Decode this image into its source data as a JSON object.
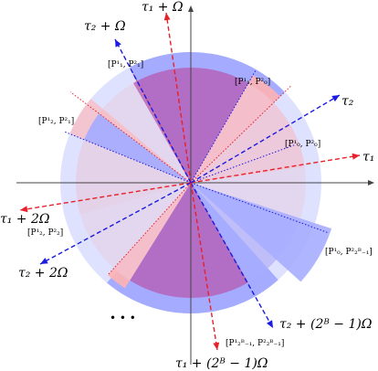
{
  "diagram": {
    "colors": {
      "tau1_line": "#e8202a",
      "tau2_line": "#1a1ae0",
      "ring_light_blue": "#dfe2ff",
      "ring_blue": "#9ea6ff",
      "ring_pink": "#ffb3b3",
      "wedge_purple": "#b55ab0",
      "wedge_light": "#e6cde2",
      "wedge_blue": "#a7adff",
      "wedge_pink": "#f4c0cf",
      "axis": "#444444"
    },
    "labels": {
      "tau1_plus_omega": "τ₁ + Ω",
      "tau2_plus_omega": "τ₂ + Ω",
      "tau2": "τ₂",
      "tau1": "τ₁",
      "tau1_plus_2omega": "τ₁ + 2Ω",
      "tau2_plus_2omega": "τ₂ + 2Ω",
      "tau2_plus_last": "τ₂ + (2ᴮ − 1)Ω",
      "tau1_plus_last": "τ₁ + (2ᴮ − 1)Ω",
      "p11_p12": "[P¹₁, P²₁]",
      "p11_p02": "[P¹₁, P²₀]",
      "p21_p12": "[P¹₂, P²₁]",
      "p01_p02": "[P¹₀, P²₀]",
      "p21_p22": "[P¹₂, P²₂]",
      "p01_plast": "[P¹₀, P²₂ᴮ₋₁]",
      "plast_plast": "[P¹₂ᴮ₋₁, P²₂ᴮ₋₁]",
      "ellipsis": "• • •"
    }
  }
}
